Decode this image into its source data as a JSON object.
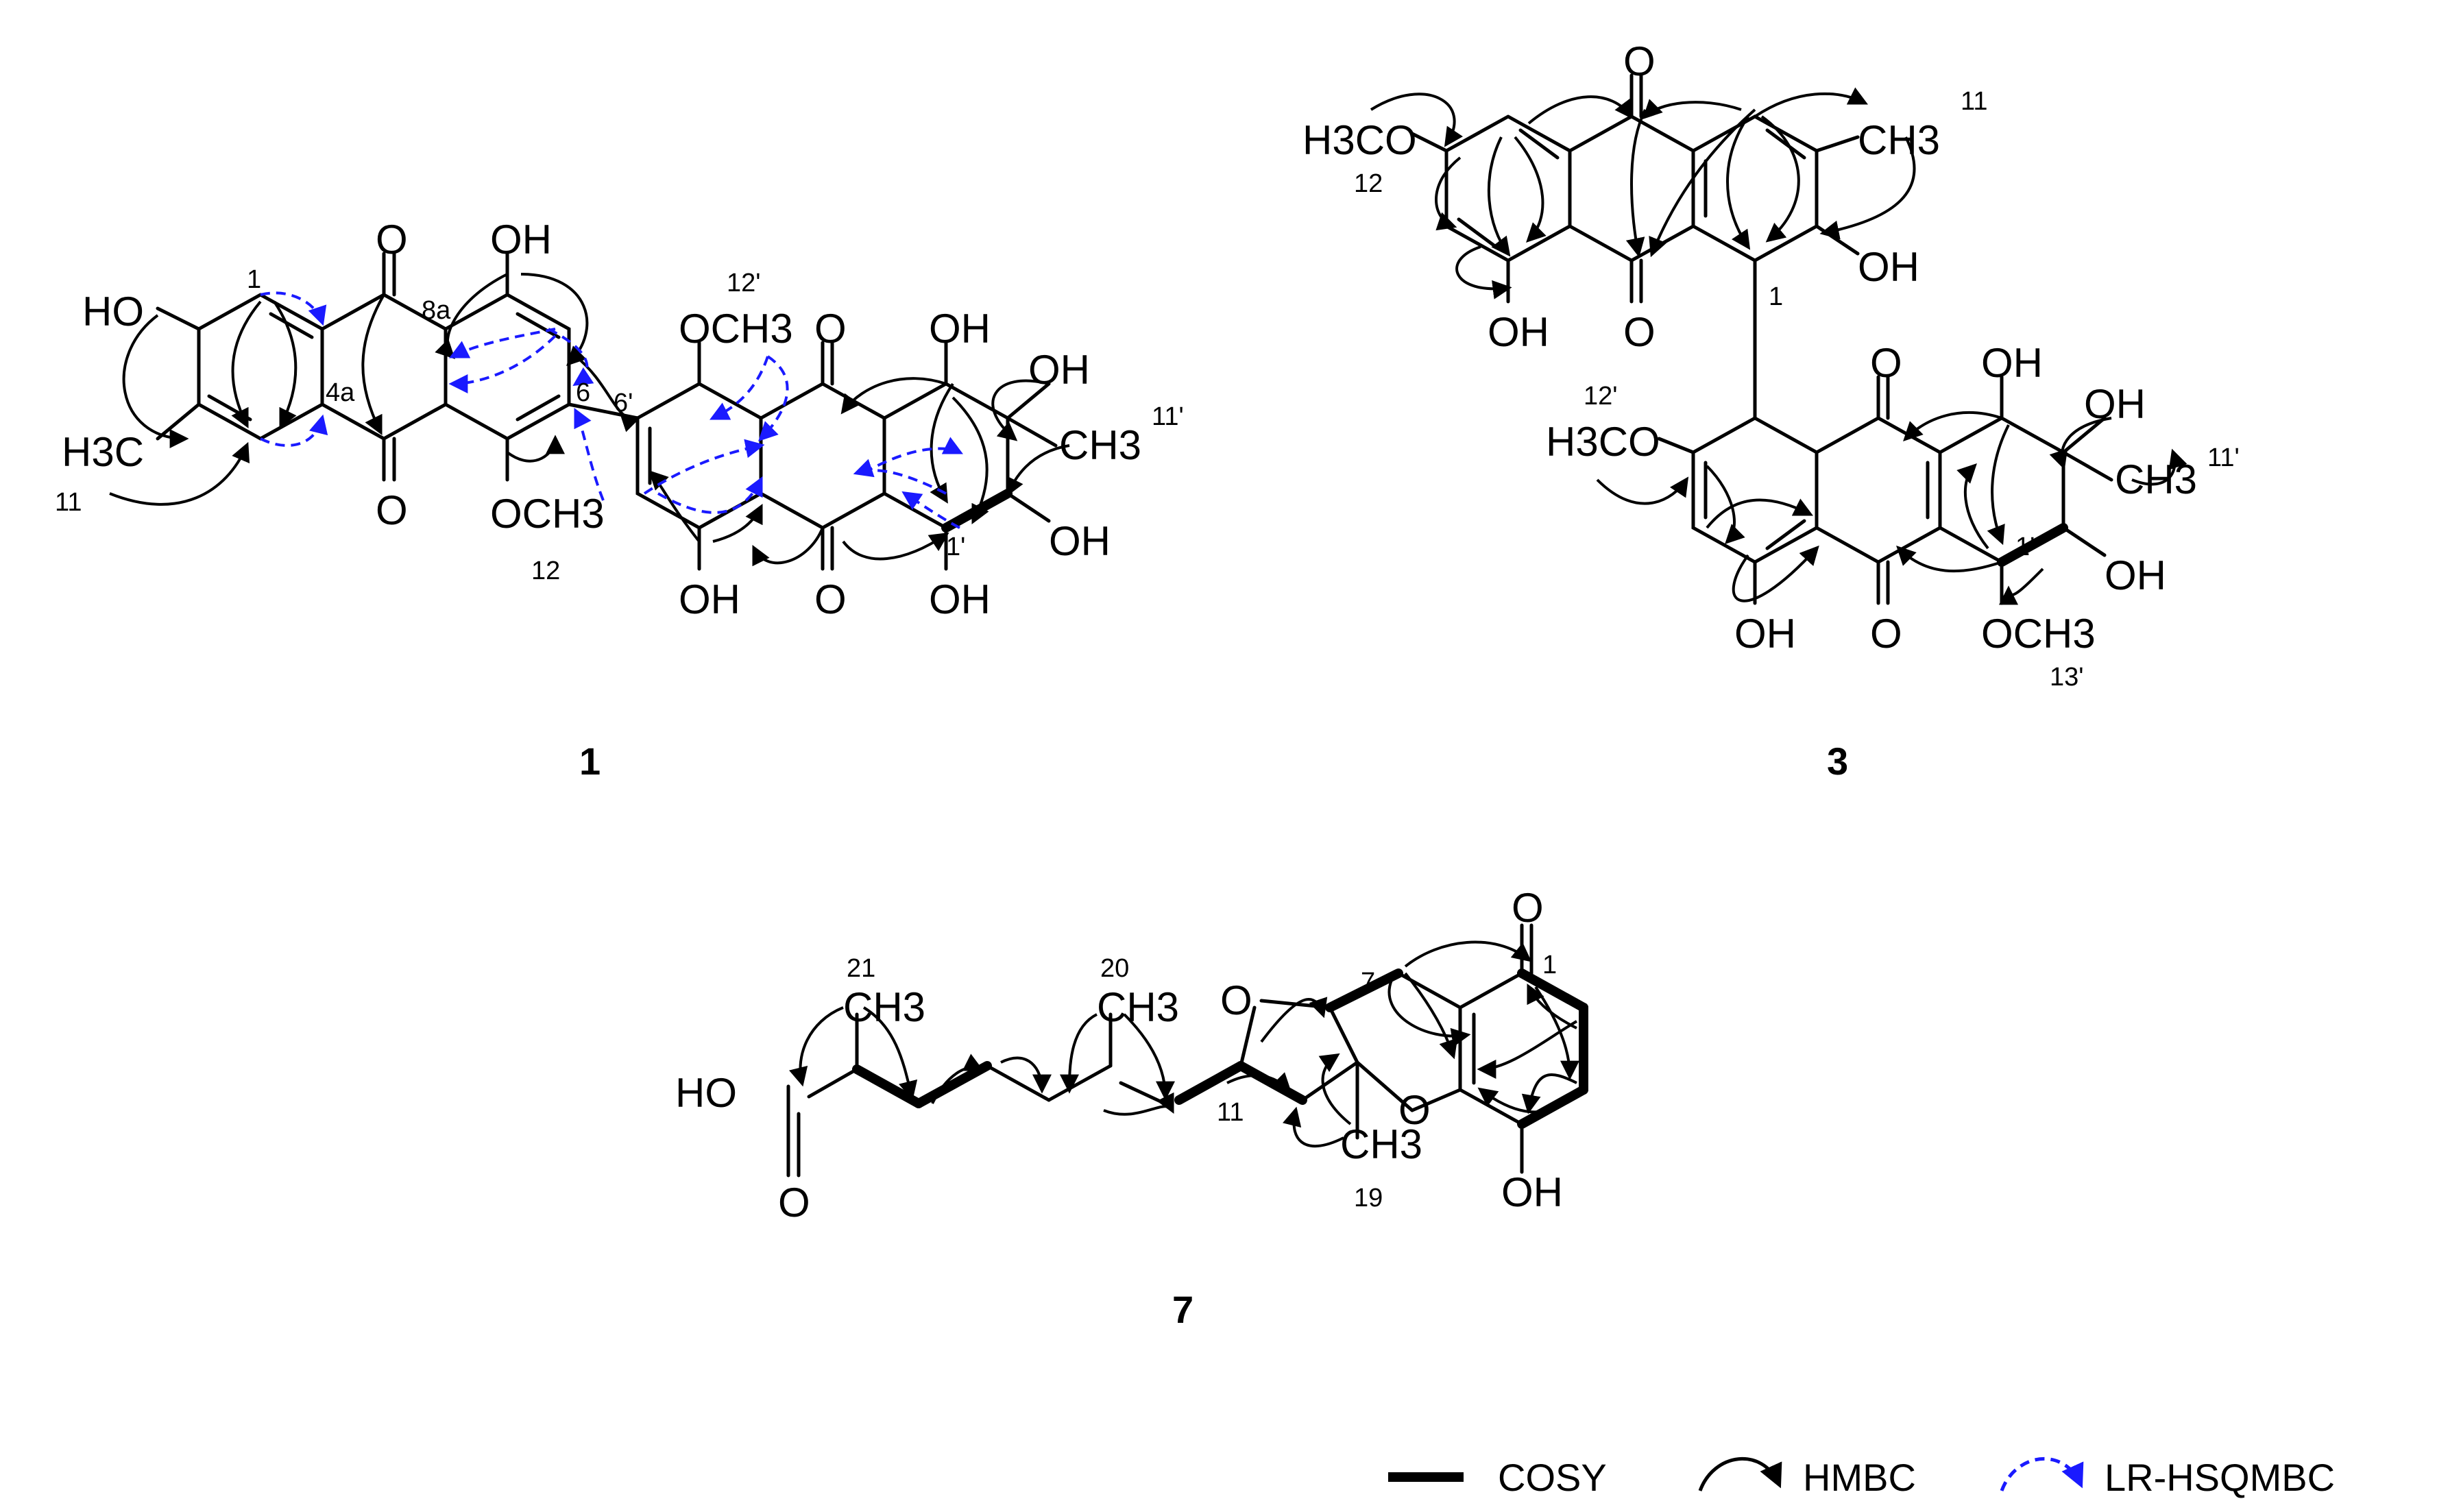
{
  "compounds": [
    {
      "number": "1",
      "atoms": [
        "HO",
        "H3C",
        "O",
        "O",
        "OH",
        "OCH3",
        "OCH3",
        "OH",
        "O",
        "O",
        "OH",
        "OH",
        "CH3",
        "OH",
        "OH"
      ],
      "locants": [
        "1",
        "4a",
        "8a",
        "6",
        "11",
        "12",
        "12'",
        "6'",
        "1'",
        "11'"
      ]
    },
    {
      "number": "3",
      "atoms": [
        "O",
        "O",
        "H3CO",
        "CH3",
        "OH",
        "OH",
        "O",
        "O",
        "OH",
        "OH",
        "CH3",
        "OH",
        "OCH3",
        "H3CO",
        "OH"
      ],
      "locants": [
        "11",
        "12",
        "1",
        "12'",
        "1'",
        "11'",
        "13'"
      ]
    },
    {
      "number": "7",
      "atoms": [
        "O",
        "HO",
        "O",
        "CH3",
        "CH3",
        "O",
        "CH3",
        "O",
        "OH"
      ],
      "locants": [
        "21",
        "20",
        "7",
        "1",
        "11",
        "19"
      ]
    }
  ],
  "legend": {
    "items": [
      {
        "label": "COSY",
        "color": "#000000",
        "icon": "thick-bond-line"
      },
      {
        "label": "HMBC",
        "color": "#000000",
        "icon": "curved-arrow"
      },
      {
        "label": "LR-HSQMBC",
        "color": "#1a1aff",
        "icon": "dashed-curved-arrow"
      }
    ]
  }
}
